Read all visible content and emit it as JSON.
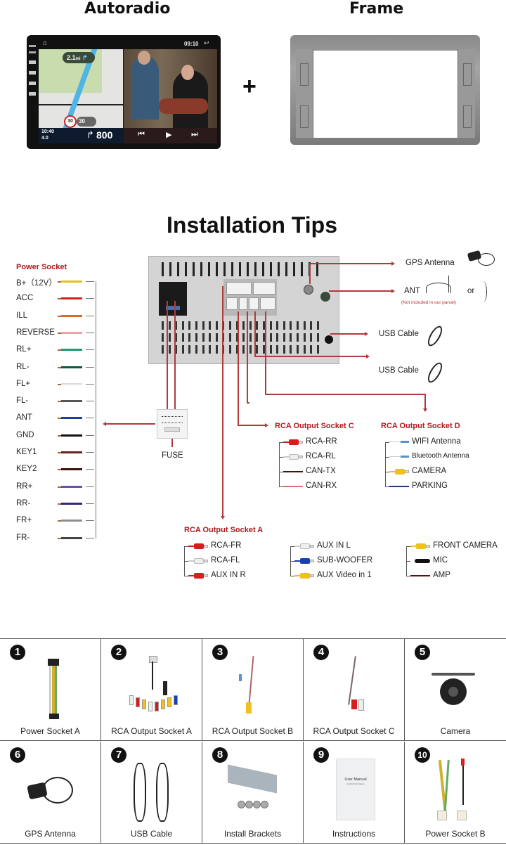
{
  "top": {
    "autoradio_title": "Autoradio",
    "frame_title": "Frame",
    "plus": "+",
    "screen": {
      "status_time": "09:10",
      "nav_distance": "2.1",
      "nav_unit": "mi",
      "speed_limit": "30",
      "current_speed": "30",
      "clock": "10:40",
      "remaining": "4.0",
      "next_turn": "800",
      "player_prev": "⏮",
      "player_play": "▶",
      "player_next": "⏭"
    }
  },
  "install": {
    "title": "Installation Tips",
    "power_socket": {
      "heading": "Power Socket",
      "wires": [
        {
          "label": "B+（12V）",
          "color": "#e8c020"
        },
        {
          "label": "ACC",
          "color": "#d41f1f"
        },
        {
          "label": "ILL",
          "color": "#e06a25"
        },
        {
          "label": "REVERSE",
          "color": "#f0a0a8"
        },
        {
          "label": "RL+",
          "color": "#1f9a70"
        },
        {
          "label": "RL-",
          "color": "#0b5a40"
        },
        {
          "label": "FL+",
          "color": "#f2f2f2"
        },
        {
          "label": "FL-",
          "color": "#555555"
        },
        {
          "label": "ANT",
          "color": "#1a3fa0"
        },
        {
          "label": "GND",
          "color": "#111111"
        },
        {
          "label": "KEY1",
          "color": "#6a1f1a"
        },
        {
          "label": "KEY2",
          "color": "#3a0f0f"
        },
        {
          "label": "RR+",
          "color": "#6a50b0"
        },
        {
          "label": "RR-",
          "color": "#302a70"
        },
        {
          "label": "FR+",
          "color": "#909090"
        },
        {
          "label": "FR-",
          "color": "#444444"
        }
      ]
    },
    "fuse_label": "FUSE",
    "right_connections": [
      {
        "label": "GPS Antenna"
      },
      {
        "label": "ANT",
        "note": "(Not included in our parcel)",
        "or": "or"
      },
      {
        "label": "USB  Cable"
      },
      {
        "label": "USB Cable"
      }
    ],
    "socket_c": {
      "heading": "RCA Output Socket C",
      "items": [
        {
          "label": "RCA-RR",
          "type": "rca",
          "color": "#d41f1f"
        },
        {
          "label": "RCA-RL",
          "type": "rca",
          "color": "#eeeeee"
        },
        {
          "label": "CAN-TX",
          "type": "wire",
          "color": "#4a1010"
        },
        {
          "label": "CAN-RX",
          "type": "wire",
          "color": "#e07070"
        }
      ]
    },
    "socket_d": {
      "heading": "RCA Output Socket D",
      "items": [
        {
          "label": "WIFI Antenna",
          "type": "ant",
          "color": "#5a90d0"
        },
        {
          "label": "Bluetooth Antenna",
          "type": "ant",
          "color": "#5a90d0"
        },
        {
          "label": "CAMERA",
          "type": "rca",
          "color": "#f0c020"
        },
        {
          "label": "PARKING",
          "type": "wire",
          "color": "#1a3a80"
        }
      ]
    },
    "socket_a": {
      "heading": "RCA Output Socket A",
      "groups": [
        [
          {
            "label": "RCA-FR",
            "type": "rca",
            "color": "#d41f1f"
          },
          {
            "label": "RCA-FL",
            "type": "rca",
            "color": "#eeeeee"
          },
          {
            "label": "AUX IN R",
            "type": "rca",
            "color": "#d41f1f"
          }
        ],
        [
          {
            "label": "AUX IN L",
            "type": "rca",
            "color": "#eeeeee"
          },
          {
            "label": "SUB-WOOFER",
            "type": "rca",
            "color": "#1a3fb0"
          },
          {
            "label": "AUX Video in 1",
            "type": "rca",
            "color": "#f0c020"
          }
        ],
        [
          {
            "label": "FRONT CAMERA",
            "type": "rca",
            "color": "#f0c020"
          },
          {
            "label": "MIC",
            "type": "mic",
            "color": "#111111"
          },
          {
            "label": "AMP",
            "type": "wire",
            "color": "#5a1010"
          }
        ]
      ]
    }
  },
  "package": {
    "items": [
      {
        "num": "1",
        "label": "Power Socket A"
      },
      {
        "num": "2",
        "label": "RCA Output Socket A"
      },
      {
        "num": "3",
        "label": "RCA Output Socket B"
      },
      {
        "num": "4",
        "label": "RCA Output Socket C"
      },
      {
        "num": "5",
        "label": "Camera"
      },
      {
        "num": "6",
        "label": "GPS Antenna"
      },
      {
        "num": "7",
        "label": "USB Cable"
      },
      {
        "num": "8",
        "label": "Install Brackets"
      },
      {
        "num": "9",
        "label": "Instructions",
        "manual_title": "User Manual",
        "manual_sub": "Android Car Stereo"
      },
      {
        "num": "10",
        "label": "Power Socket B"
      }
    ]
  }
}
